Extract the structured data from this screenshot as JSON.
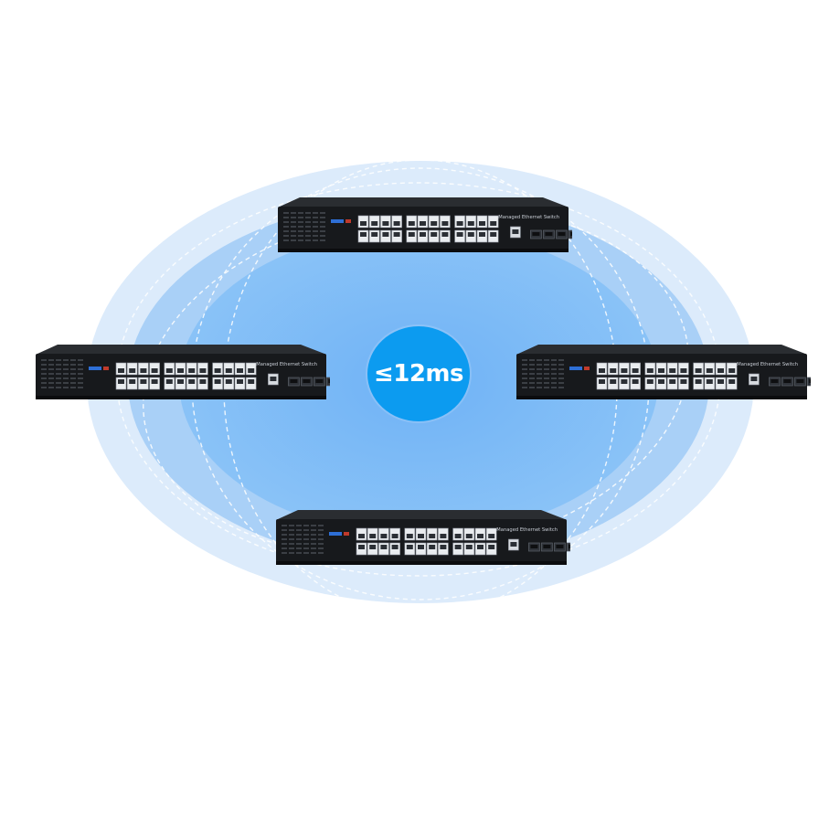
{
  "latency_badge": {
    "text": "≤12ms",
    "color": "#0c9bf0"
  },
  "rings": {
    "outer_color": "#dcebfb",
    "middle_color": "#a9d0f7",
    "inner_color": "#79b9f5",
    "dash_color": "#ffffff"
  },
  "switches": [
    {
      "name": "top",
      "label": "Managed Ethernet Switch",
      "rj45_ports": 24,
      "sfp_ports": 4,
      "brand_accent": "#2e6fd6"
    },
    {
      "name": "left",
      "label": "Managed Ethernet Switch",
      "rj45_ports": 24,
      "sfp_ports": 4,
      "brand_accent": "#2e6fd6"
    },
    {
      "name": "right",
      "label": "Managed Ethernet Switch",
      "rj45_ports": 24,
      "sfp_ports": 4,
      "brand_accent": "#2e6fd6"
    },
    {
      "name": "bottom",
      "label": "Managed Ethernet Switch",
      "rj45_ports": 24,
      "sfp_ports": 4,
      "brand_accent": "#2e6fd6"
    }
  ]
}
